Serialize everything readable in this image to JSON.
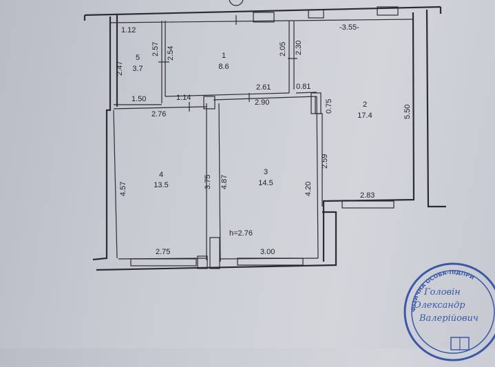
{
  "rooms": [
    {
      "number": "1",
      "area": "8.6"
    },
    {
      "number": "2",
      "area": "17.4"
    },
    {
      "number": "3",
      "area": "14.5"
    },
    {
      "number": "4",
      "area": "13.5"
    },
    {
      "number": "5",
      "area": "3.7"
    }
  ],
  "dimensions": {
    "r5_top": "1.12",
    "r5_left": "2.47",
    "r5_right_a": "2.57",
    "r5_right_b": "2.54",
    "r5_bottom": "1.50",
    "r1_right_a": "2.05",
    "r1_right_b": "2.30",
    "r1_bottom": "2.61",
    "mid_114": "1.14",
    "r3_top": "2.90",
    "r2_top": "-3.55-",
    "r2_left_top": "0.81",
    "r2_left_a": "0.75",
    "r2_right": "5.50",
    "r2_left_b": "2.59",
    "r2_bottom": "2.83",
    "r4_top": "2.76",
    "r4_left": "4.57",
    "r4_right": "3.75",
    "r4_bottom": "2.75",
    "r3_left": "4.87",
    "r3_right": "4.20",
    "r3_bottom": "3.00",
    "ceiling_height": "h=2.76"
  },
  "stamp": {
    "ring_text": "ФІЗИЧНА ОСОБА-ПІДПРИ",
    "line1": "Головін",
    "line2": "Олександр",
    "line3": "Валерійович",
    "color": "#3a57a8"
  }
}
